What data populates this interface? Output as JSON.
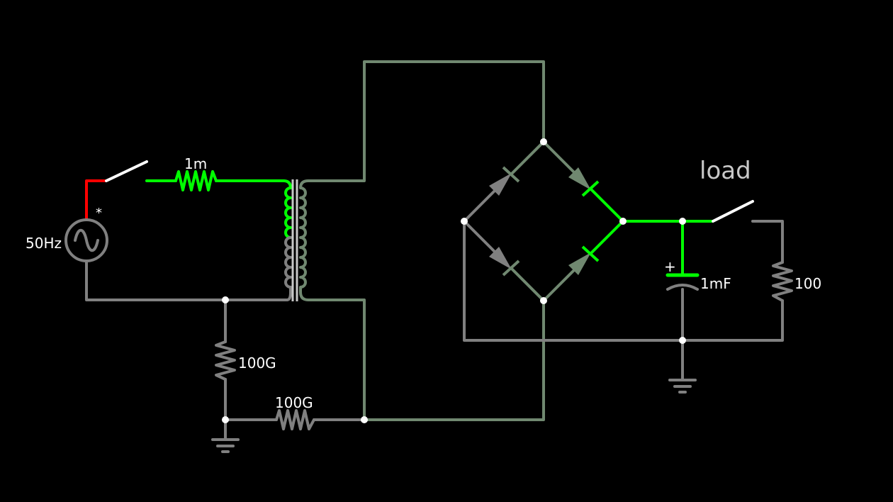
{
  "colors": {
    "background": "#000000",
    "wire_idle": "#808080",
    "wire_secondary": "#708870",
    "wire_active": "#00ff00",
    "wire_hot": "#ff0000",
    "switch": "#ffffff",
    "node": "#ffffff",
    "text": "#ffffff",
    "title_text": "#c8c8c8"
  },
  "source": {
    "freq_label": "50Hz",
    "marker": "*",
    "icon": "ac-sine-icon"
  },
  "primary_resistor": {
    "label": "1m"
  },
  "ground_resistor_1": {
    "label": "100G"
  },
  "ground_resistor_2": {
    "label": "100G"
  },
  "capacitor": {
    "label": "1mF",
    "polarity": "+"
  },
  "load": {
    "title": "load",
    "resistor_label": "100"
  }
}
